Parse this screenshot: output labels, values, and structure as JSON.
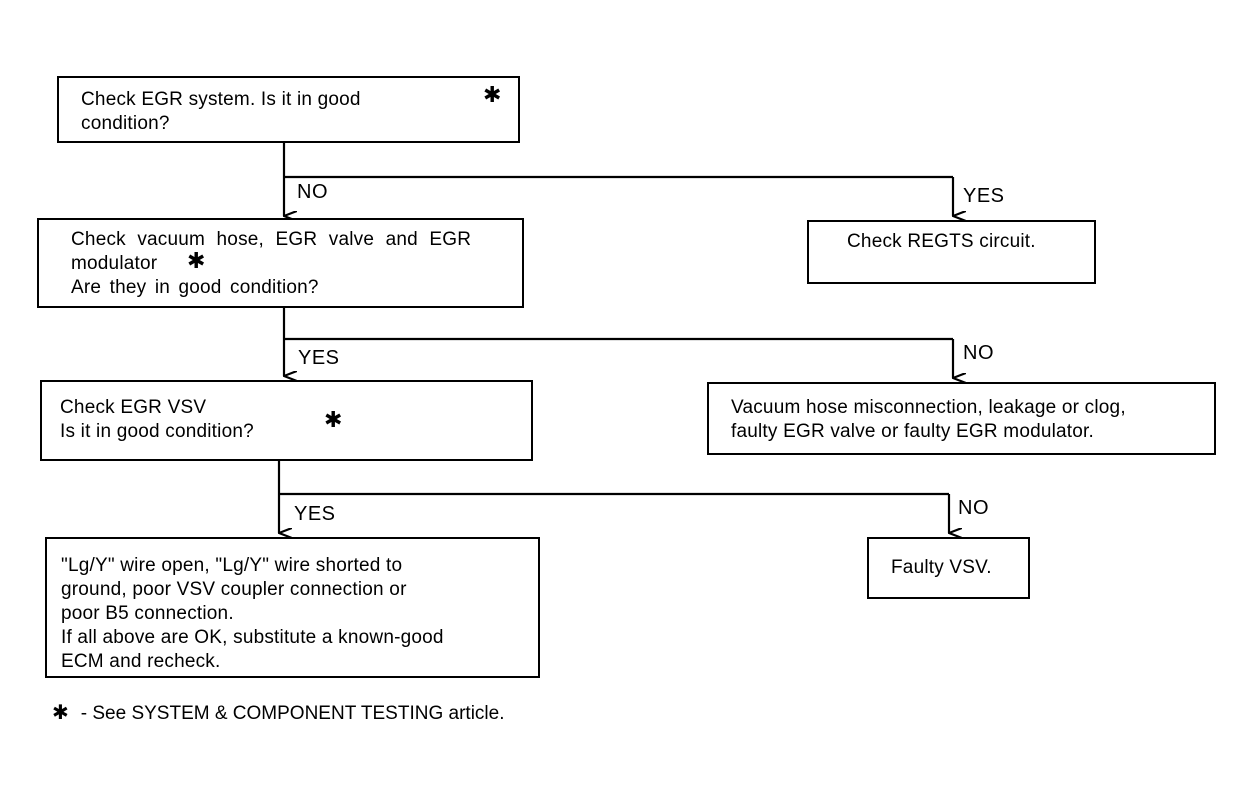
{
  "boxes": {
    "egr_system": {
      "lines": [
        "Check EGR system. Is it in good",
        "condition?"
      ]
    },
    "vacuum_hose": {
      "lines": [
        "Check vacuum hose, EGR valve and EGR",
        "modulator",
        "Are they in good condition?"
      ]
    },
    "regts": {
      "lines": [
        "Check REGTS circuit."
      ]
    },
    "egr_vsv": {
      "lines": [
        "Check EGR VSV",
        "Is it in good condition?"
      ]
    },
    "vacuum_fault": {
      "lines": [
        "Vacuum hose misconnection, leakage or clog,",
        "faulty EGR valve or faulty EGR modulator."
      ]
    },
    "wire_fault": {
      "lines": [
        "\"Lg/Y\" wire open, \"Lg/Y\" wire shorted to",
        "ground, poor VSV coupler connection or",
        "poor B5 connection.",
        "If all above are OK, substitute a known-good",
        "ECM and recheck."
      ]
    },
    "faulty_vsv": {
      "lines": [
        "Faulty VSV."
      ]
    }
  },
  "labels": {
    "no_1": "NO",
    "yes_1": "YES",
    "yes_2": "YES",
    "no_2": "NO",
    "yes_3": "YES",
    "no_3": "NO"
  },
  "star_symbol": "✱",
  "footnote": {
    "symbol": "✱",
    "text": "- See SYSTEM & COMPONENT TESTING article."
  }
}
